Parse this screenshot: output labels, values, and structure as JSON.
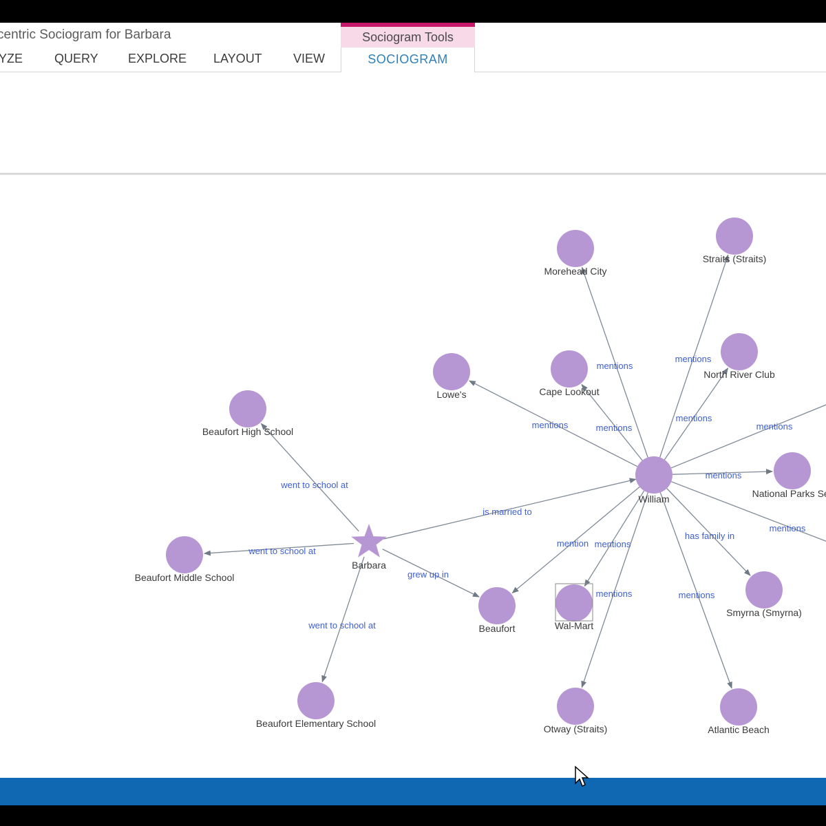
{
  "window": {
    "title": "centric Sociogram for Barbara"
  },
  "ribbon": {
    "tabs": [
      {
        "label": "YZE"
      },
      {
        "label": "QUERY"
      },
      {
        "label": "EXPLORE"
      },
      {
        "label": "LAYOUT"
      },
      {
        "label": "VIEW"
      }
    ],
    "contextual": {
      "header": "Sociogram Tools",
      "tab": "SOCIOGRAM"
    }
  },
  "colors": {
    "node_fill": "#b797d3",
    "edge": "#7f8a96",
    "edge_label": "#3f5fcf",
    "accent_pink": "#c8186a",
    "status_bar": "#0f68b1"
  },
  "graph": {
    "nodes": [
      {
        "id": "barbara",
        "label": "Barbara",
        "shape": "star"
      },
      {
        "id": "william",
        "label": "William"
      },
      {
        "id": "bhs",
        "label": "Beaufort High School"
      },
      {
        "id": "bms",
        "label": "Beaufort Middle School"
      },
      {
        "id": "bes",
        "label": "Beaufort Elementary School"
      },
      {
        "id": "beaufort",
        "label": "Beaufort"
      },
      {
        "id": "lowes",
        "label": "Lowe's"
      },
      {
        "id": "morehead",
        "label": "Morehead City"
      },
      {
        "id": "capelookout",
        "label": "Cape Lookout"
      },
      {
        "id": "straits",
        "label": "Straits (Straits)"
      },
      {
        "id": "northriver",
        "label": "North River Club"
      },
      {
        "id": "nps",
        "label": "National Parks Ser"
      },
      {
        "id": "smyrna",
        "label": "Smyrna (Smyrna)"
      },
      {
        "id": "walmart",
        "label": "Wal-Mart"
      },
      {
        "id": "otway",
        "label": "Otway (Straits)"
      },
      {
        "id": "atlantic",
        "label": "Atlantic Beach"
      }
    ],
    "edges": [
      {
        "from": "barbara",
        "to": "bhs",
        "label": "went to school at"
      },
      {
        "from": "barbara",
        "to": "bms",
        "label": "went to school at"
      },
      {
        "from": "barbara",
        "to": "bes",
        "label": "went to school at"
      },
      {
        "from": "barbara",
        "to": "beaufort",
        "label": "grew up in"
      },
      {
        "from": "barbara",
        "to": "william",
        "label": "is married to"
      },
      {
        "from": "william",
        "to": "lowes",
        "label": "mentions"
      },
      {
        "from": "william",
        "to": "morehead",
        "label": "mentions"
      },
      {
        "from": "william",
        "to": "capelookout",
        "label": "mentions"
      },
      {
        "from": "william",
        "to": "straits",
        "label": "mentions"
      },
      {
        "from": "william",
        "to": "northriver",
        "label": "mentions"
      },
      {
        "from": "william",
        "to": "offscreen_upper",
        "label": "mentions"
      },
      {
        "from": "william",
        "to": "nps",
        "label": "mentions"
      },
      {
        "from": "william",
        "to": "offscreen_lower",
        "label": "mentions"
      },
      {
        "from": "william",
        "to": "smyrna",
        "label": "has family in"
      },
      {
        "from": "william",
        "to": "atlantic",
        "label": "mentions"
      },
      {
        "from": "william",
        "to": "otway",
        "label": "mentions"
      },
      {
        "from": "william",
        "to": "walmart",
        "label": "mentions"
      },
      {
        "from": "william",
        "to": "beaufort",
        "label": "mention"
      }
    ]
  }
}
